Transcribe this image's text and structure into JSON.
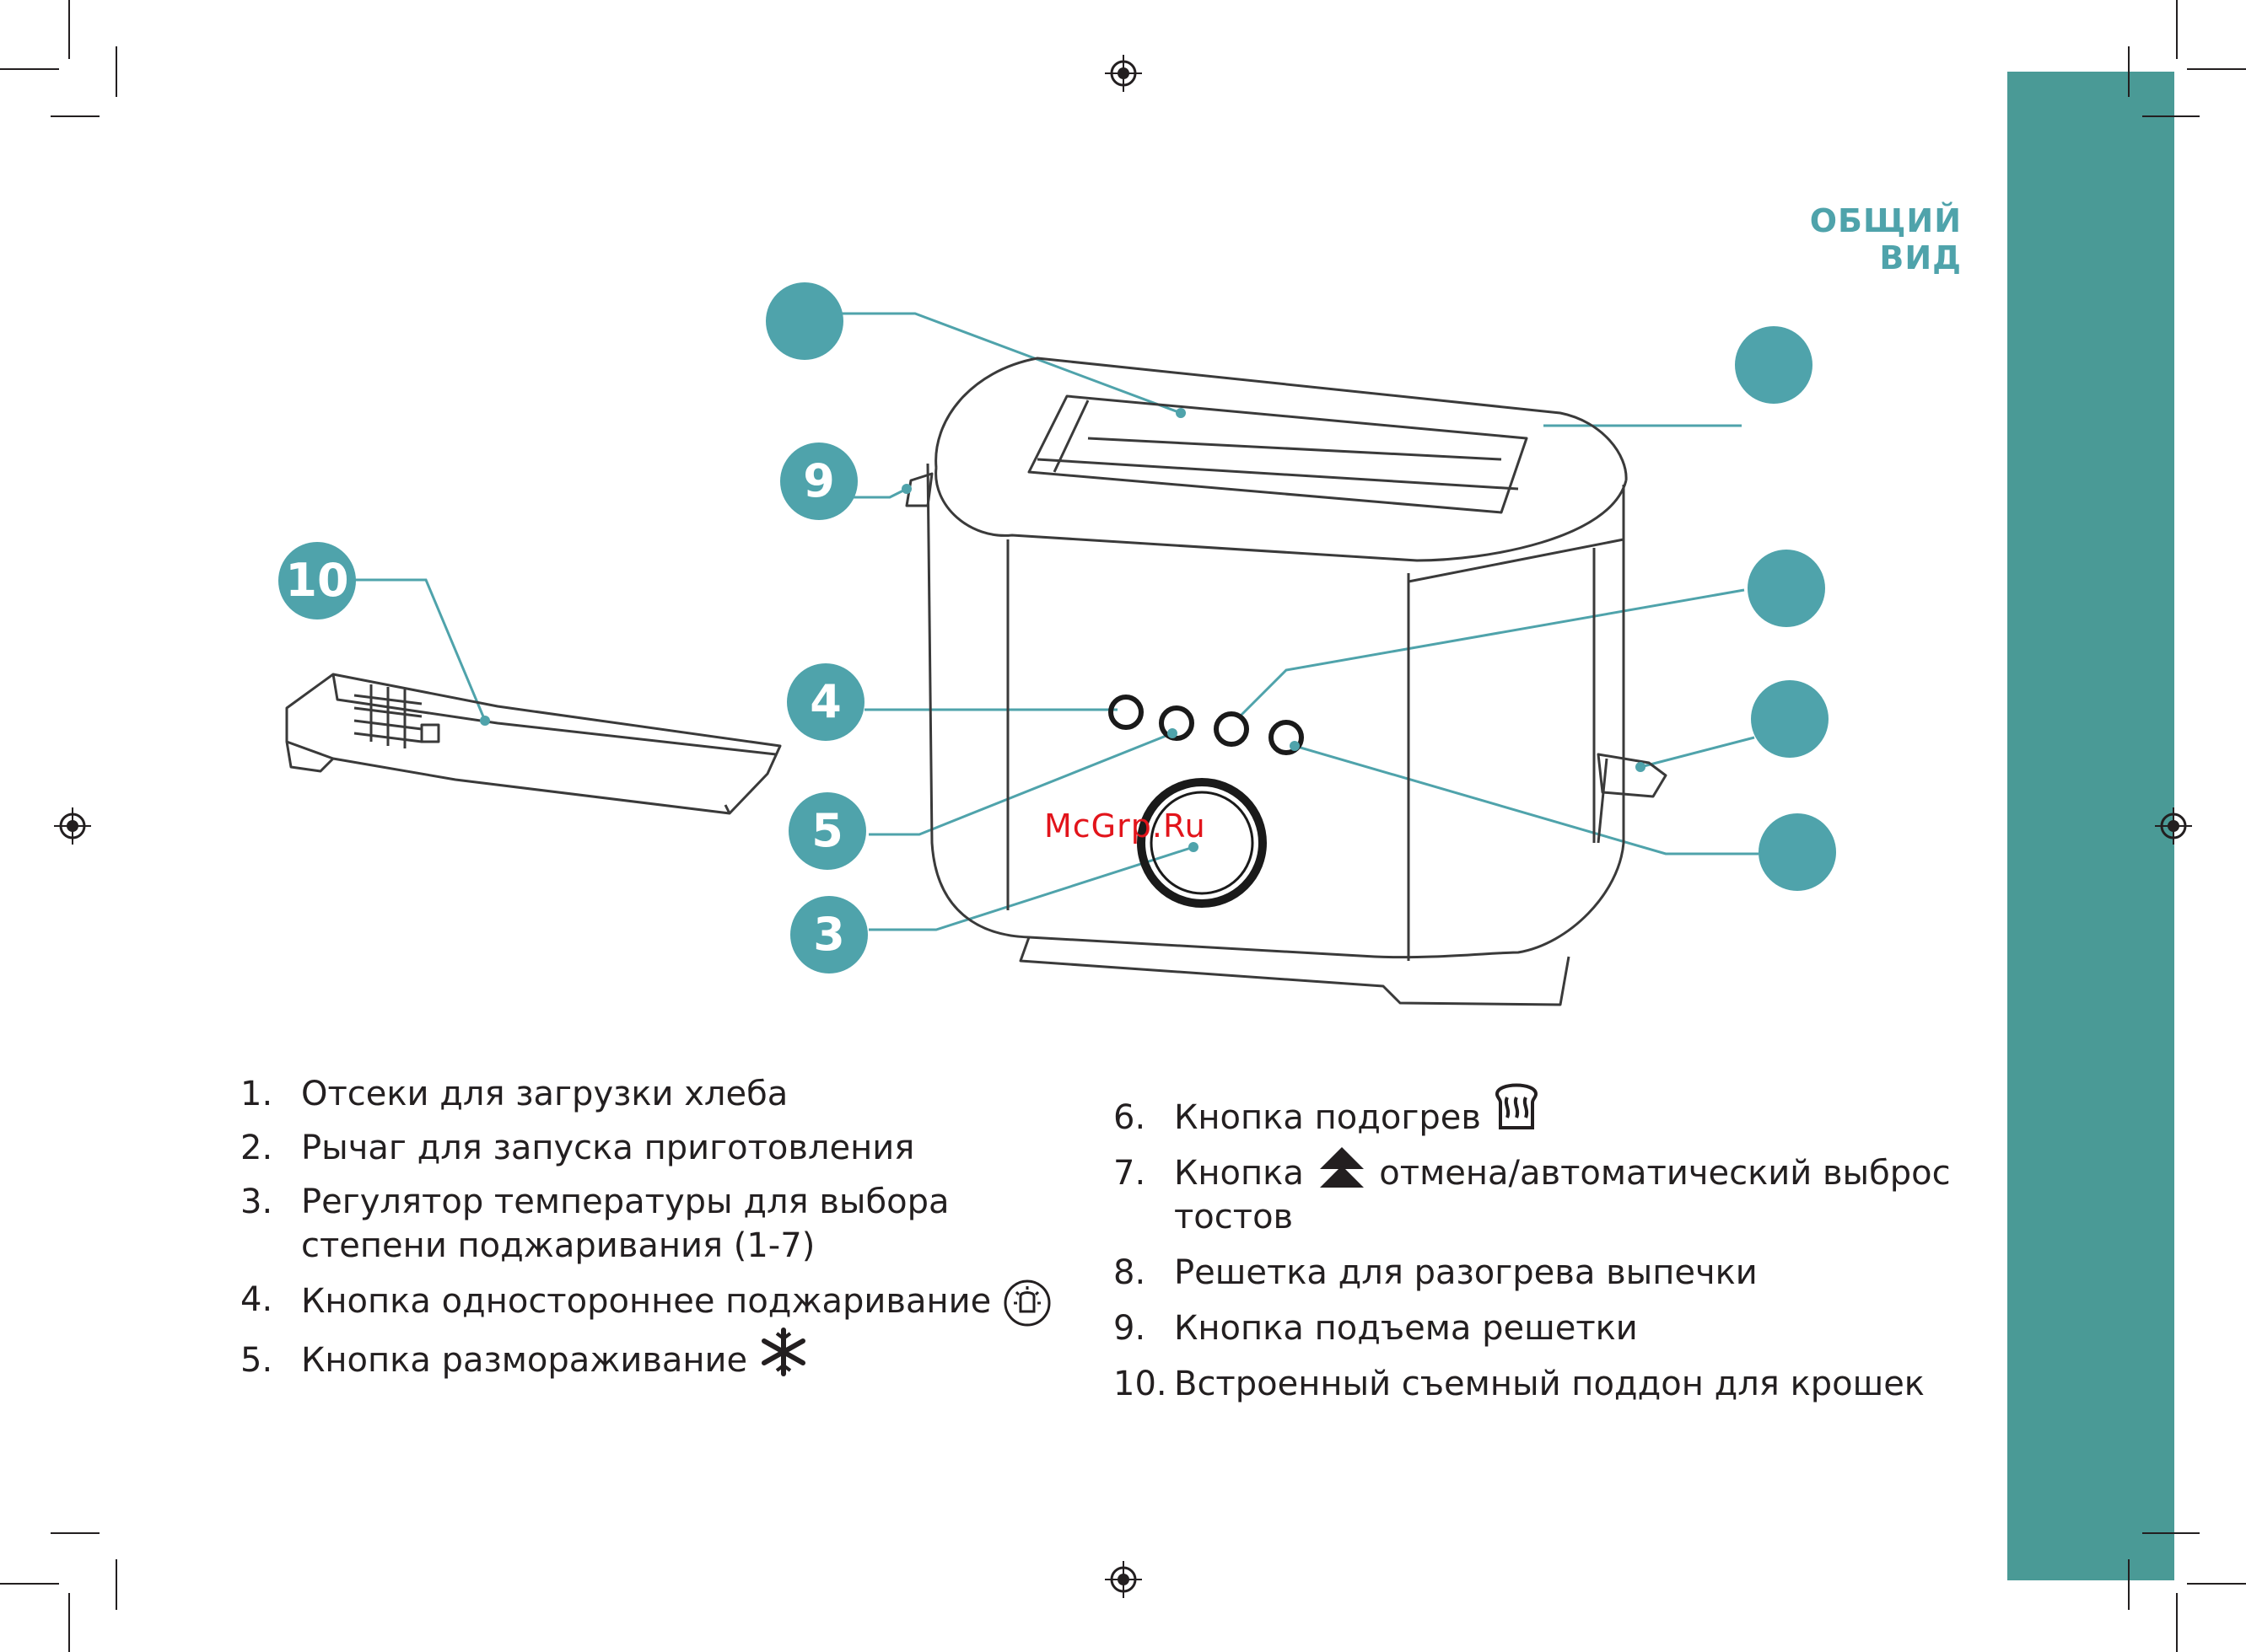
{
  "colors": {
    "accent": "#4a9a96",
    "callout": "#4fa3ab",
    "line": "#3a3a3a",
    "watermark": "#e2141b"
  },
  "section_title": "ОБЩИЙ ВИД",
  "watermark": "McGrp.Ru",
  "callouts": [
    {
      "id": "c1",
      "label": ""
    },
    {
      "id": "c2",
      "label": ""
    },
    {
      "id": "c9",
      "label": "9"
    },
    {
      "id": "c10",
      "label": "10"
    },
    {
      "id": "c8",
      "label": ""
    },
    {
      "id": "c4",
      "label": "4"
    },
    {
      "id": "c7",
      "label": ""
    },
    {
      "id": "c5",
      "label": "5"
    },
    {
      "id": "c6",
      "label": ""
    },
    {
      "id": "c3",
      "label": "3"
    }
  ],
  "legend_left": [
    {
      "num": "1.",
      "text": "Отсеки для загрузки хлеба"
    },
    {
      "num": "2.",
      "text": "Рычаг для запуска приготовления"
    },
    {
      "num": "3.",
      "text": "Регулятор температуры для выбора степени поджаривания (1-7)"
    },
    {
      "num": "4.",
      "text": "Кнопка одностороннее поджаривание",
      "icon": "one-side-toast-icon"
    },
    {
      "num": "5.",
      "text": "Кнопка размораживание",
      "icon": "snowflake-icon"
    }
  ],
  "legend_right": [
    {
      "num": "6.",
      "text": "Кнопка подогрев",
      "icon": "reheat-icon"
    },
    {
      "num": "7.",
      "text_before": "Кнопка",
      "text_after": "отмена/автоматический выброс тостов",
      "icon": "eject-icon"
    },
    {
      "num": "8.",
      "text": "Решетка для разогрева выпечки"
    },
    {
      "num": "9.",
      "text": "Кнопка подъема решетки"
    },
    {
      "num": "10.",
      "text": "Встроенный съемный поддон для крошек"
    }
  ]
}
